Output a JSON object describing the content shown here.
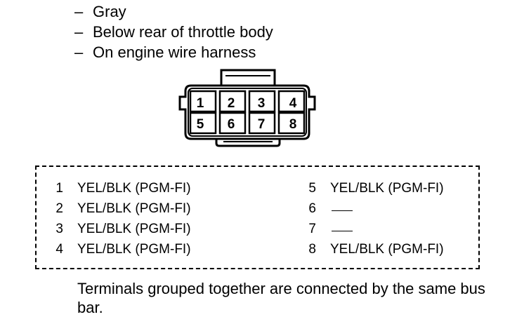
{
  "notes": [
    {
      "dash": "–",
      "text": "Gray"
    },
    {
      "dash": "–",
      "text": "Below rear of throttle body"
    },
    {
      "dash": "–",
      "text": "On engine wire harness"
    }
  ],
  "connector": {
    "pins_top": [
      "1",
      "2",
      "3",
      "4"
    ],
    "pins_bottom": [
      "5",
      "6",
      "7",
      "8"
    ]
  },
  "terminals": [
    {
      "num": "1",
      "wire": "YEL/BLK (PGM-FI)"
    },
    {
      "num": "2",
      "wire": "YEL/BLK (PGM-FI)"
    },
    {
      "num": "3",
      "wire": "YEL/BLK (PGM-FI)"
    },
    {
      "num": "4",
      "wire": "YEL/BLK (PGM-FI)"
    },
    {
      "num": "5",
      "wire": "YEL/BLK (PGM-FI)"
    },
    {
      "num": "6",
      "wire": ""
    },
    {
      "num": "7",
      "wire": ""
    },
    {
      "num": "8",
      "wire": "YEL/BLK (PGM-FI)"
    }
  ],
  "footnote": "Terminals grouped together are connected by the same bus bar."
}
